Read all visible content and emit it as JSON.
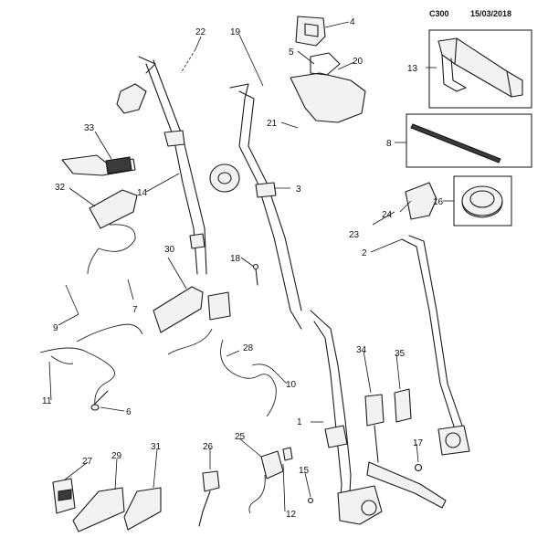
{
  "header": {
    "code": "C300",
    "date": "15/03/2018"
  },
  "callouts": [
    "1",
    "2",
    "3",
    "4",
    "5",
    "6",
    "7",
    "8",
    "9",
    "10",
    "11",
    "12",
    "13",
    "14",
    "15",
    "16",
    "17",
    "18",
    "19",
    "20",
    "21",
    "22",
    "23",
    "24",
    "25",
    "26",
    "27",
    "28",
    "29",
    "30",
    "31",
    "32",
    "33",
    "34",
    "35"
  ]
}
